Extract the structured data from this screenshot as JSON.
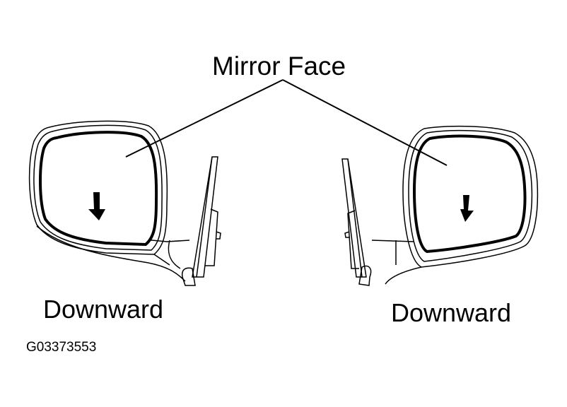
{
  "diagram": {
    "title": "Mirror Face",
    "labels": {
      "left_direction": "Downward",
      "right_direction": "Downward"
    },
    "figure_id": "G03373553",
    "parts": [
      {
        "name": "left-mirror",
        "arrow": "down"
      },
      {
        "name": "right-mirror",
        "arrow": "down"
      }
    ],
    "colors": {
      "ink": "#000000",
      "background": "#ffffff"
    }
  }
}
